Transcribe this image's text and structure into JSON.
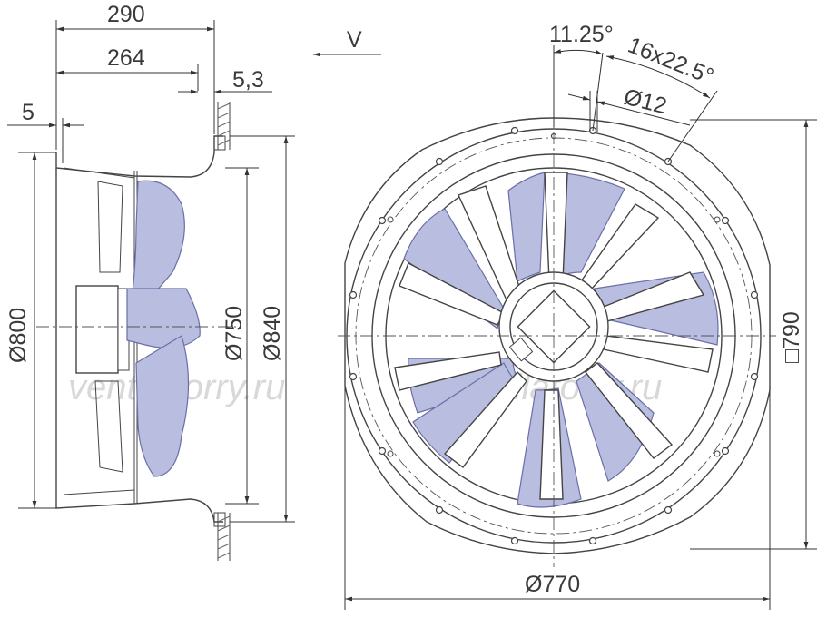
{
  "view_label": "V",
  "side_view": {
    "dims": {
      "overall_depth": "290",
      "inner_depth": "264",
      "flange_offset": "5,3",
      "lip": "5",
      "dia_800": "Ø800",
      "dia_750": "Ø750",
      "dia_840": "Ø840"
    }
  },
  "front_view": {
    "dims": {
      "angle_offset": "11.25°",
      "holes_pattern": "16x22.5°",
      "hole_dia": "Ø12",
      "square_size": "□790",
      "outer_dia": "Ø770"
    }
  },
  "watermarks": [
    "ventilatorry.ru",
    "ventilatorry.ru"
  ],
  "colors": {
    "blade_fill": "#b9bde0",
    "blade_stroke": "#6a6fa8",
    "line": "#444444"
  }
}
